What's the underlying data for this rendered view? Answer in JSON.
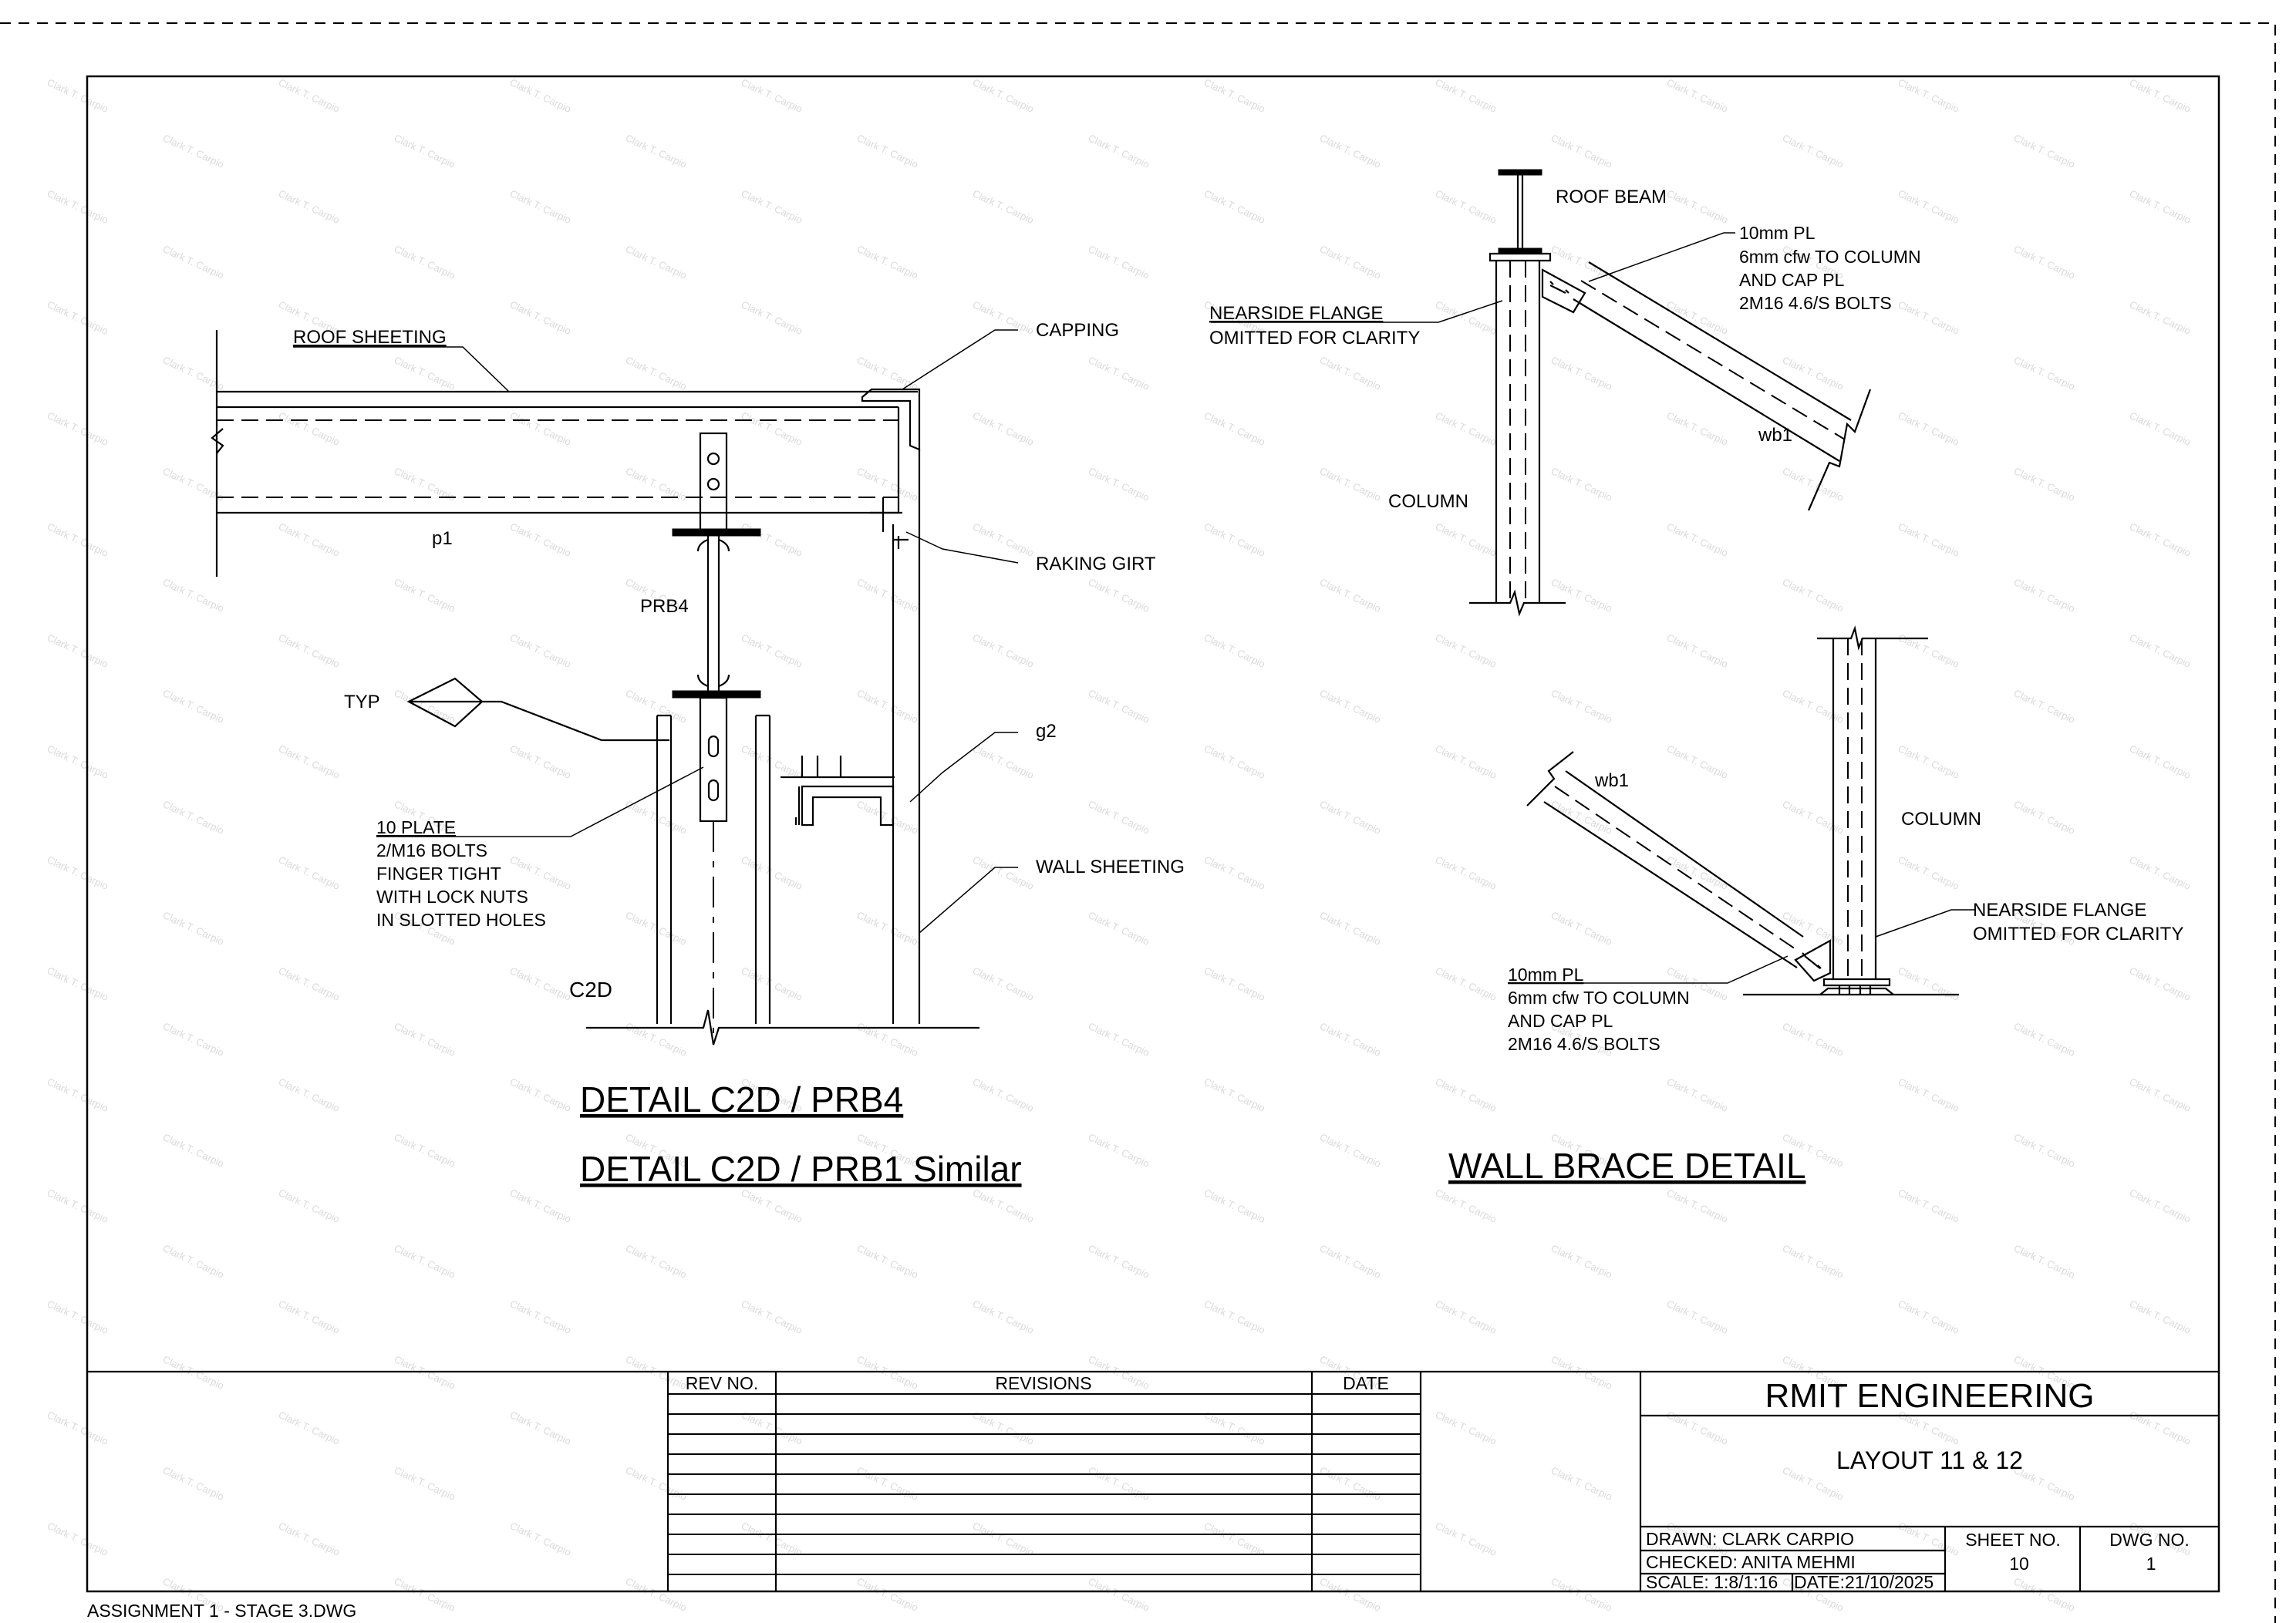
{
  "detail_left": {
    "roof_sheeting": "ROOF SHEETING",
    "capping": "CAPPING",
    "p1": "p1",
    "raking_girt": "RAKING GIRT",
    "prb4": "PRB4",
    "typ": "TYP",
    "g2": "g2",
    "plate_note": [
      "10 PLATE",
      "2/M16 BOLTS",
      "FINGER TIGHT",
      "WITH LOCK NUTS",
      "IN SLOTTED HOLES"
    ],
    "wall_sheeting": "WALL SHEETING",
    "c2d": "C2D",
    "title1": "DETAIL C2D / PRB4",
    "title2": "DETAIL C2D / PRB1 Similar"
  },
  "detail_right": {
    "roof_beam": "ROOF BEAM",
    "top_note": [
      "10mm PL",
      "6mm cfw TO COLUMN",
      "AND CAP PL",
      "2M16 4.6/S BOLTS"
    ],
    "nearside_top": [
      "NEARSIDE FLANGE",
      "OMITTED FOR CLARITY"
    ],
    "wb1_top": "wb1",
    "column_top": "COLUMN",
    "wb1_bottom": "wb1",
    "column_bottom": "COLUMN",
    "nearside_bottom": [
      "NEARSIDE FLANGE",
      "OMITTED FOR CLARITY"
    ],
    "bottom_note": [
      "10mm PL",
      "6mm cfw TO COLUMN",
      "AND CAP PL",
      "2M16 4.6/S BOLTS"
    ],
    "title": "WALL BRACE DETAIL"
  },
  "title_block": {
    "rev_no": "REV NO.",
    "revisions": "REVISIONS",
    "date": "DATE",
    "company": "RMIT ENGINEERING",
    "layout": "LAYOUT 11 & 12",
    "drawn": "DRAWN: CLARK CARPIO",
    "checked": "CHECKED: ANITA MEHMI",
    "scale": "SCALE: 1:8/1:16",
    "date_value": "DATE:21/10/2025",
    "sheet_no_label": "SHEET NO.",
    "sheet_no": "10",
    "dwg_no_label": "DWG NO.",
    "dwg_no": "1"
  },
  "filename": "ASSIGNMENT 1 - STAGE 3.DWG",
  "watermark": "Clark T. Carpio"
}
